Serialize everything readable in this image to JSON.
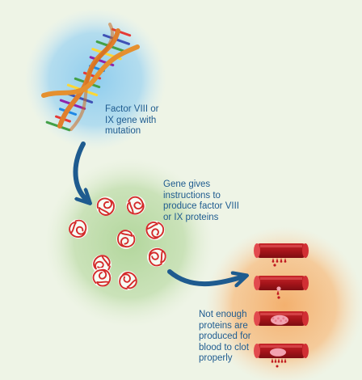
{
  "steps": [
    {
      "caption": [
        "Factor VIII or",
        "IX gene with",
        "mutation"
      ]
    },
    {
      "caption": [
        "Gene gives",
        "instructions to",
        "produce factor VIII",
        "or IX proteins"
      ]
    },
    {
      "caption": [
        "Not enough",
        "proteins are",
        "produced for",
        "blood to clot",
        "properly"
      ]
    }
  ],
  "colors": {
    "background": "#eef4e6",
    "gene_glow": "#9fd3ef",
    "protein_glow": "#b9d9a6",
    "vessel_glow": "#f4b879",
    "arrow": "#1e5b8f",
    "caption_text": "#1e5b8f",
    "protein_stroke": "#d42a2a",
    "vessel_red": "#b8161b",
    "clot_pink": "#f2a3b0"
  },
  "icons": [
    "dna-helix-icon",
    "protein-coil-icon",
    "blood-vessel-icon"
  ]
}
